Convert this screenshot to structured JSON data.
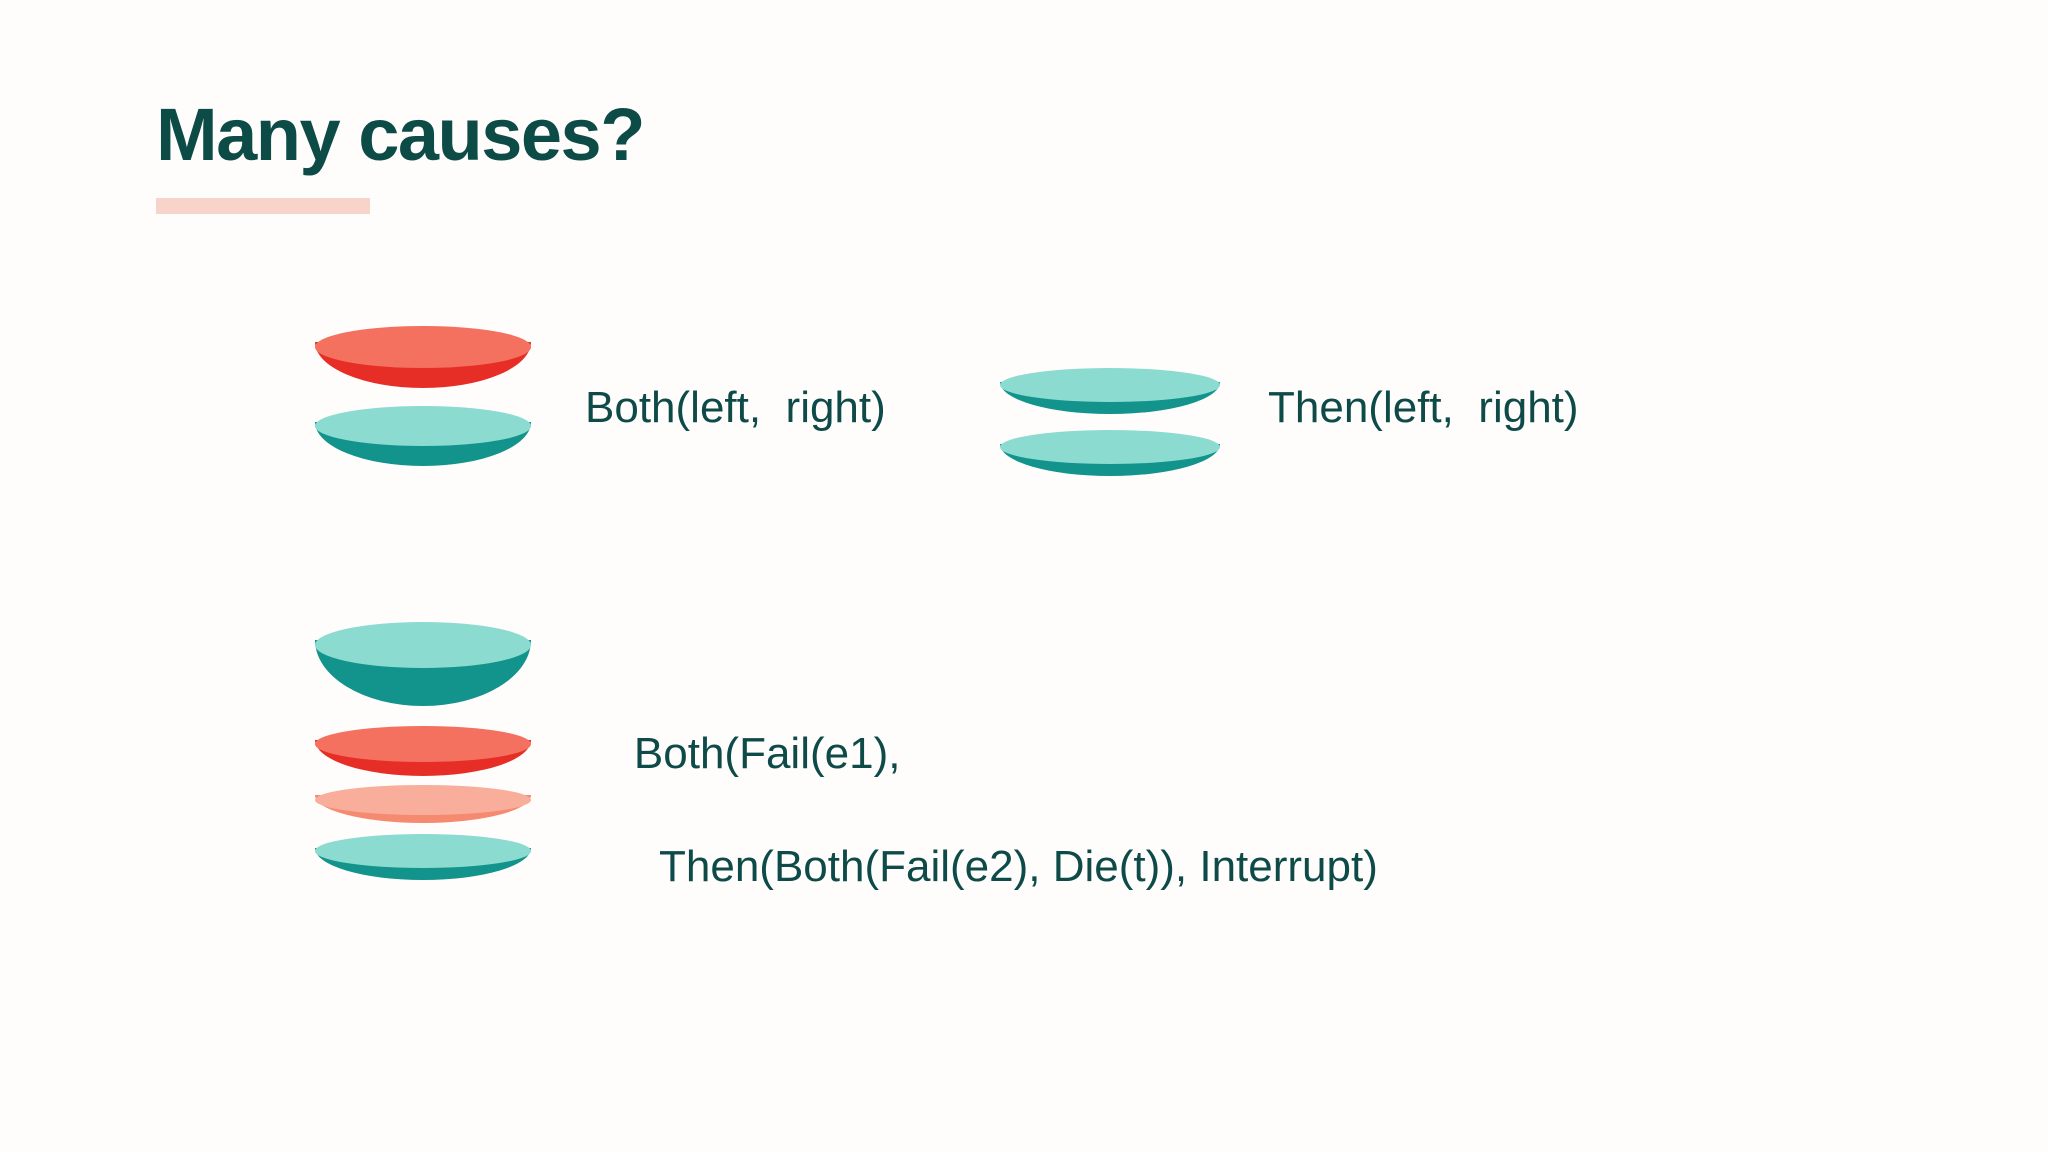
{
  "slide": {
    "background_color": "#FEFDFC",
    "title": "Many causes?",
    "title_color": "#0D4B47",
    "title_underline_color": "#F7D3C9",
    "text_color": "#0E4A47"
  },
  "palette": {
    "red_top": "#F4705F",
    "red_side": "#E62E26",
    "teal_top": "#8BDBD0",
    "teal_side": "#12938B",
    "salmon_top": "#F8AE9A",
    "salmon_side": "#F58A70"
  },
  "diagrams": [
    {
      "id": "both",
      "label": "Both(left,  right)",
      "discs": [
        {
          "color": "red",
          "top_color": "#F4705F",
          "side_color": "#E62E26",
          "thickness": "medium"
        },
        {
          "color": "teal",
          "top_color": "#8BDBD0",
          "side_color": "#12938B",
          "thickness": "medium"
        }
      ]
    },
    {
      "id": "then",
      "label": "Then(left,  right)",
      "discs": [
        {
          "color": "teal",
          "top_color": "#8BDBD0",
          "side_color": "#12938B",
          "thickness": "thin"
        },
        {
          "color": "teal",
          "top_color": "#8BDBD0",
          "side_color": "#12938B",
          "thickness": "thin"
        }
      ]
    },
    {
      "id": "nested",
      "label_line_1": "Both(Fail(e1),",
      "label_line_2": "Then(Both(Fail(e2), Die(t)), Interrupt)",
      "discs": [
        {
          "color": "teal",
          "top_color": "#8BDBD0",
          "side_color": "#12938B",
          "thickness": "thick"
        },
        {
          "color": "red",
          "top_color": "#F4705F",
          "side_color": "#E62E26",
          "thickness": "medium"
        },
        {
          "color": "salmon",
          "top_color": "#F8AE9A",
          "side_color": "#F58A70",
          "thickness": "thin"
        },
        {
          "color": "teal",
          "top_color": "#8BDBD0",
          "side_color": "#12938B",
          "thickness": "thin"
        }
      ]
    }
  ]
}
